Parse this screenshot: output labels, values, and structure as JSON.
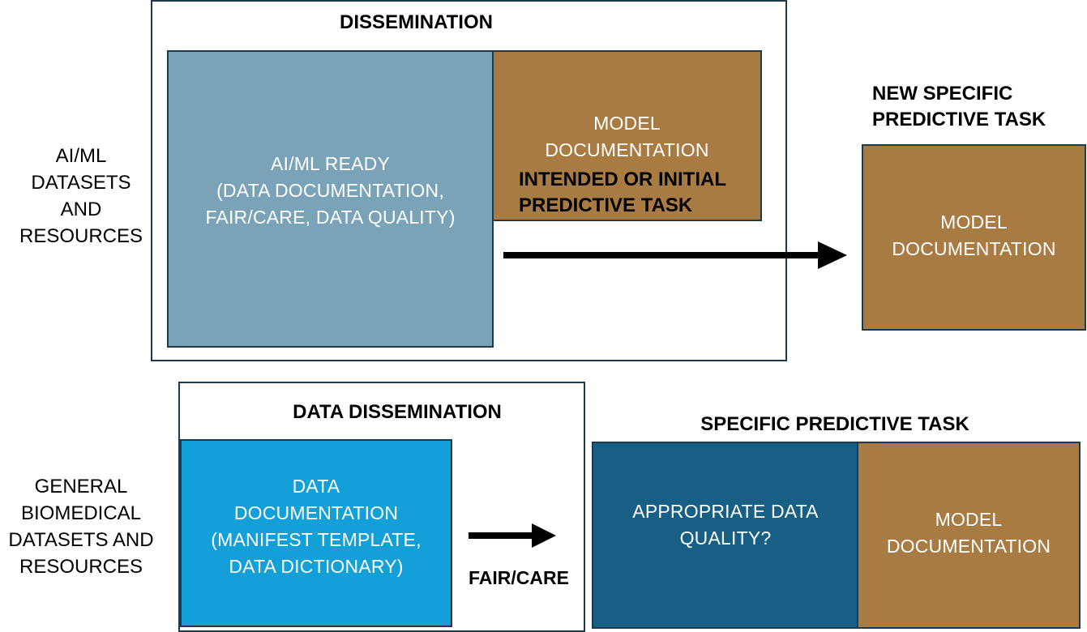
{
  "colors": {
    "ready_box": "#7aa3b8",
    "model_box": "#a87b43",
    "data_doc_box": "#139fd8",
    "quality_box": "#175f84",
    "border": "#1f3a4d"
  },
  "top": {
    "side_label": [
      "AI/ML",
      "DATASETS",
      "AND",
      "RESOURCES"
    ],
    "frame_title": "DISSEMINATION",
    "ready_box": [
      "AI/ML READY",
      "(DATA DOCUMENTATION,",
      "FAIR/CARE, DATA QUALITY)"
    ],
    "model_box": [
      "MODEL",
      "DOCUMENTATION"
    ],
    "model_box_task": [
      "INTENDED OR INITIAL",
      "PREDICTIVE TASK"
    ],
    "new_task_title": [
      "NEW SPECIFIC",
      "PREDICTIVE TASK"
    ],
    "new_model_box": [
      "MODEL",
      "DOCUMENTATION"
    ]
  },
  "bottom": {
    "side_label": [
      "GENERAL",
      "BIOMEDICAL",
      "DATASETS AND",
      "RESOURCES"
    ],
    "frame_title": "DATA DISSEMINATION",
    "data_doc_box": [
      "DATA",
      "DOCUMENTATION",
      "(MANIFEST TEMPLATE,",
      "DATA DICTIONARY)"
    ],
    "arrow_label": "FAIR/CARE",
    "task_title": "SPECIFIC PREDICTIVE TASK",
    "quality_box": [
      "APPROPRIATE DATA",
      "QUALITY?"
    ],
    "model_box": [
      "MODEL",
      "DOCUMENTATION"
    ]
  }
}
